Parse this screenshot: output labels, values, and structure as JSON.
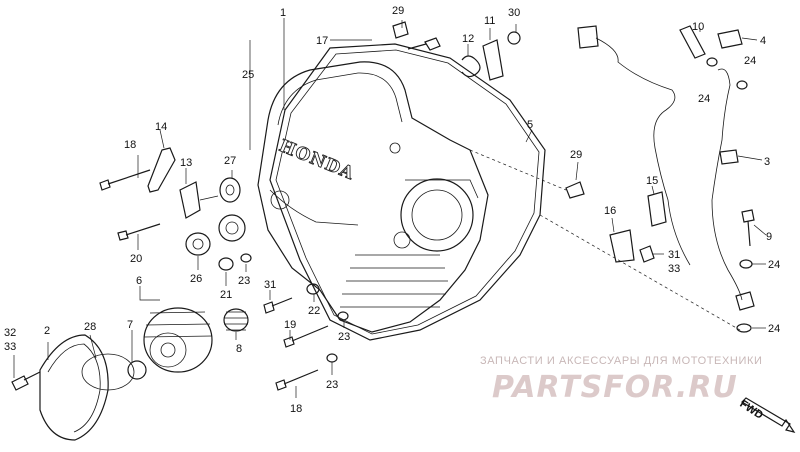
{
  "diagram": {
    "brand_text": "HONDA",
    "fwd_label": "FWD",
    "watermark_line": "ЗАПЧАСТИ И АКСЕССУАРЫ ДЛЯ МОТОТЕХНИКИ",
    "watermark_logo": "PARTSFOR.RU",
    "callouts": [
      {
        "id": "c1",
        "label": "1"
      },
      {
        "id": "c2",
        "label": "2"
      },
      {
        "id": "c3",
        "label": "3"
      },
      {
        "id": "c4",
        "label": "4"
      },
      {
        "id": "c5",
        "label": "5"
      },
      {
        "id": "c6",
        "label": "6"
      },
      {
        "id": "c7",
        "label": "7"
      },
      {
        "id": "c8",
        "label": "8"
      },
      {
        "id": "c9",
        "label": "9"
      },
      {
        "id": "c10",
        "label": "10"
      },
      {
        "id": "c11",
        "label": "11"
      },
      {
        "id": "c12",
        "label": "12"
      },
      {
        "id": "c13",
        "label": "13"
      },
      {
        "id": "c14",
        "label": "14"
      },
      {
        "id": "c15",
        "label": "15"
      },
      {
        "id": "c16",
        "label": "16"
      },
      {
        "id": "c17",
        "label": "17"
      },
      {
        "id": "c18a",
        "label": "18"
      },
      {
        "id": "c18b",
        "label": "18"
      },
      {
        "id": "c19",
        "label": "19"
      },
      {
        "id": "c20",
        "label": "20"
      },
      {
        "id": "c21",
        "label": "21"
      },
      {
        "id": "c22",
        "label": "22"
      },
      {
        "id": "c23a",
        "label": "23"
      },
      {
        "id": "c23b",
        "label": "23"
      },
      {
        "id": "c23c",
        "label": "23"
      },
      {
        "id": "c24a",
        "label": "24"
      },
      {
        "id": "c24b",
        "label": "24"
      },
      {
        "id": "c24c",
        "label": "24"
      },
      {
        "id": "c24d",
        "label": "24"
      },
      {
        "id": "c25",
        "label": "25"
      },
      {
        "id": "c26",
        "label": "26"
      },
      {
        "id": "c27",
        "label": "27"
      },
      {
        "id": "c28",
        "label": "28"
      },
      {
        "id": "c29a",
        "label": "29"
      },
      {
        "id": "c29b",
        "label": "29"
      },
      {
        "id": "c30",
        "label": "30"
      },
      {
        "id": "c31a",
        "label": "31"
      },
      {
        "id": "c31b",
        "label": "31"
      },
      {
        "id": "c32",
        "label": "32"
      },
      {
        "id": "c33a",
        "label": "33"
      },
      {
        "id": "c33b",
        "label": "33"
      }
    ]
  }
}
